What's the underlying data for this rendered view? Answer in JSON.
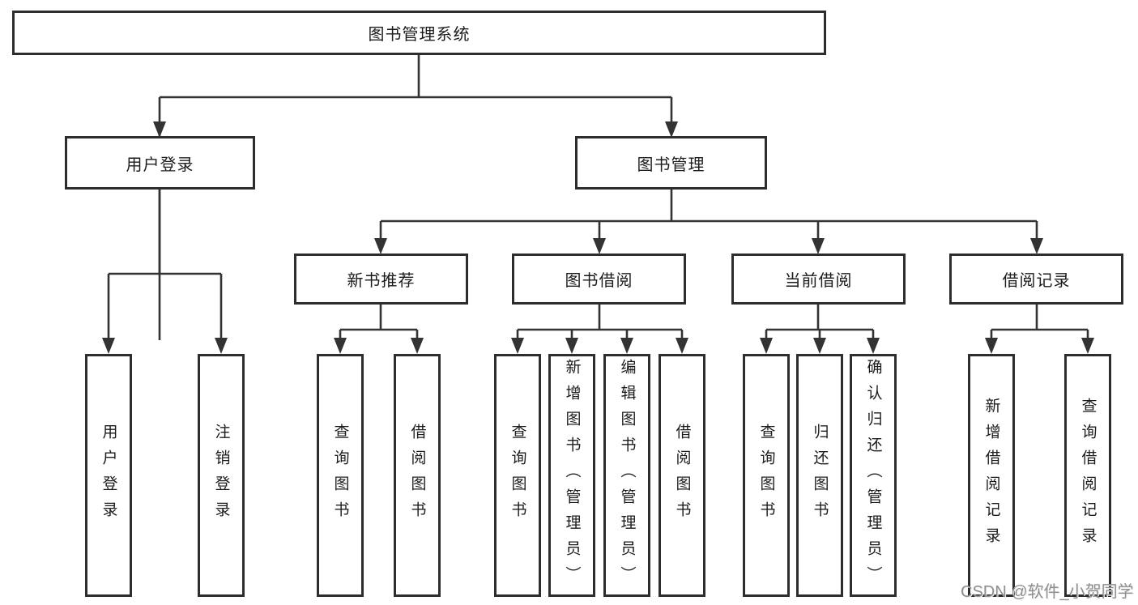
{
  "tree": {
    "root": "图书管理系统",
    "user_login": {
      "label": "用户登录",
      "children": {
        "login": "用户登录",
        "logout": "注销登录"
      }
    },
    "book_management": {
      "label": "图书管理",
      "children": {
        "new_book_recommend": {
          "label": "新书推荐",
          "children": {
            "query_books": "查询图书",
            "borrow_books": "借阅图书"
          }
        },
        "book_borrowing": {
          "label": "图书借阅",
          "children": {
            "query_books": "查询图书",
            "add_book_admin": "新增图书（管理员）",
            "edit_book_admin": "编辑图书（管理员）",
            "borrow_books": "借阅图书"
          }
        },
        "current_borrowing": {
          "label": "当前借阅",
          "children": {
            "query_books": "查询图书",
            "return_books": "归还图书",
            "confirm_return_admin": "确认归还（管理员）"
          }
        },
        "borrow_records": {
          "label": "借阅记录",
          "children": {
            "add_borrow_record": "新增借阅记录",
            "query_borrow_record": "查询借阅记录"
          }
        }
      }
    }
  },
  "watermark": "CSDN @软件_小贺同学",
  "colors": {
    "line": "#333333",
    "box_border": "#2d2d2d",
    "text": "#1c1c1c",
    "watermark": "#8f8f8f",
    "background": "#ffffff"
  }
}
